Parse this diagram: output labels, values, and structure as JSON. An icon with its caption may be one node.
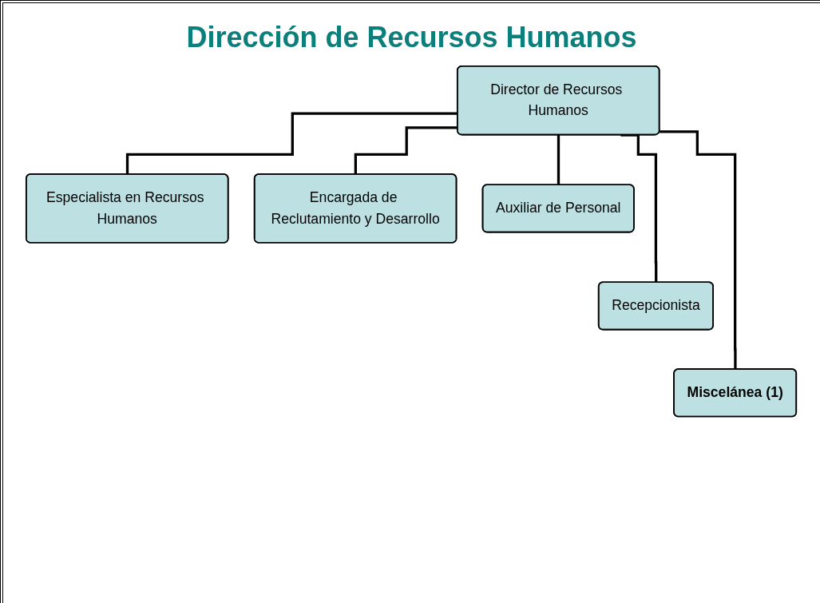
{
  "diagram": {
    "title": "Dirección de Recursos Humanos",
    "nodes": [
      {
        "text": [
          "Director de Recursos Humanos"
        ]
      },
      {
        "text": [
          "Especialista en Recursos Humanos"
        ]
      },
      {
        "text": [
          "Encargada de Reclutamiento y Desarrollo"
        ]
      },
      {
        "text": [
          "Auxiliar de Personal"
        ]
      },
      {
        "text": [
          "Recepcionista"
        ]
      },
      {
        "text": [
          "Miscelánea (1)"
        ]
      }
    ],
    "edges": [
      {
        "from": 0,
        "to": 1,
        "arrow": "none"
      },
      {
        "from": 0,
        "to": 2,
        "arrow": "none"
      },
      {
        "from": 0,
        "to": 3,
        "arrow": "none"
      },
      {
        "from": 0,
        "to": 4,
        "arrow": "none"
      },
      {
        "from": 0,
        "to": 5,
        "arrow": "none"
      }
    ]
  }
}
